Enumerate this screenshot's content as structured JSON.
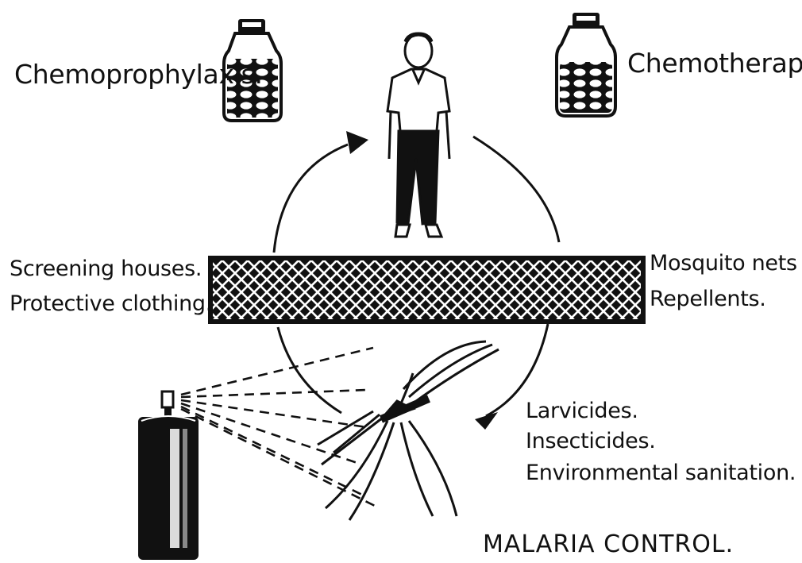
{
  "labels": {
    "chemoprophylaxis": "Chemoprophylaxis.",
    "chemotherapy": "Chemotherapy.",
    "screening_houses": "Screening houses.",
    "protective_clothing": "Protective clothing.",
    "mosquito_nets": "Mosquito nets",
    "repellents": "Repellents.",
    "larvicides": "Larvicides.",
    "insecticides": "Insecticides.",
    "environmental_sanitation": "Environmental sanitation.",
    "title": "MALARIA CONTROL."
  },
  "colors": {
    "ink": "#111111",
    "paper": "#ffffff"
  },
  "icons": [
    "pill-bottle-icon",
    "person-icon",
    "net-barrier-icon",
    "spray-can-icon",
    "mosquito-icon",
    "cycle-arrow-icon"
  ]
}
